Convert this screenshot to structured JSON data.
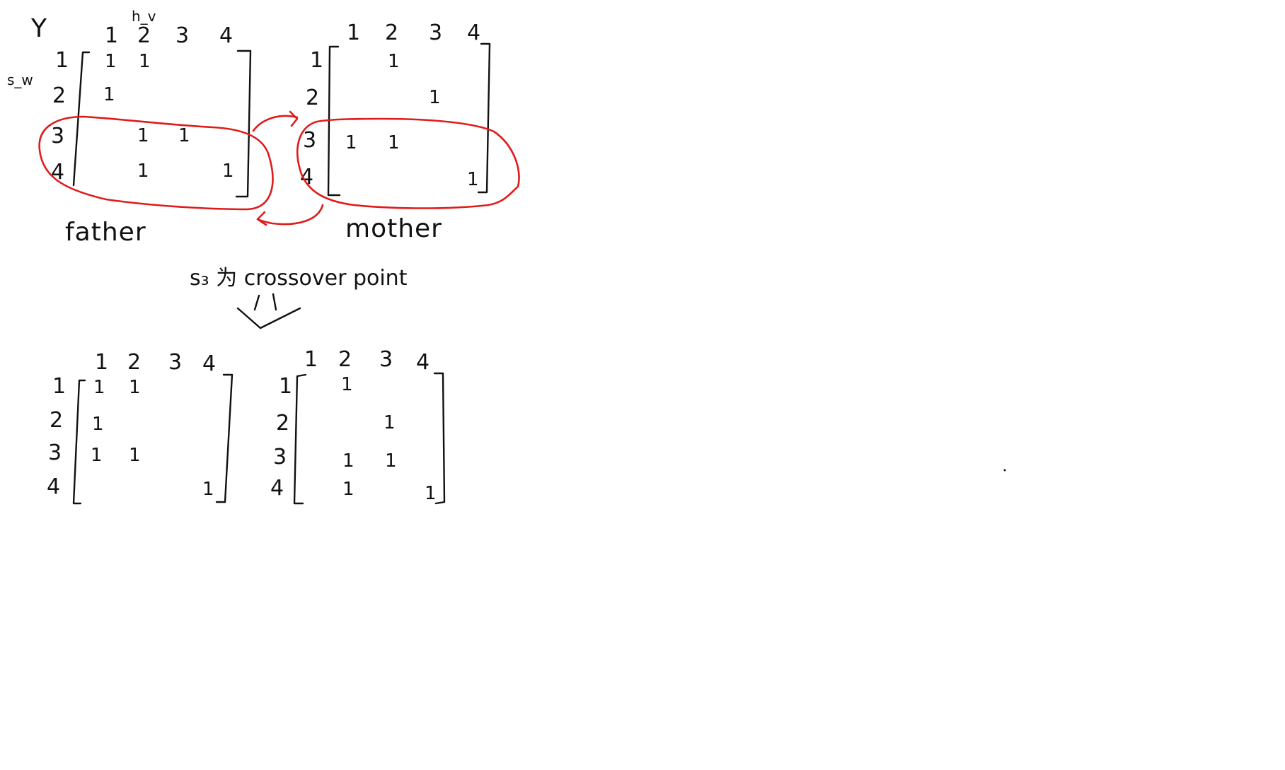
{
  "matrix_name": "Y",
  "column_header_label": "h_v",
  "row_header_label": "s_w",
  "crossover_note": "s₃ 为 crossover point",
  "father": {
    "label": "father",
    "col_labels": [
      "1",
      "2",
      "3",
      "4"
    ],
    "row_labels": [
      "1",
      "2",
      "3",
      "4"
    ],
    "rows": [
      [
        "1",
        "1",
        "",
        ""
      ],
      [
        "1",
        "",
        "",
        ""
      ],
      [
        "",
        "1",
        "1",
        ""
      ],
      [
        "",
        "1",
        "",
        "1"
      ]
    ]
  },
  "mother": {
    "label": "mother",
    "col_labels": [
      "1",
      "2",
      "3",
      "4"
    ],
    "row_labels": [
      "1",
      "2",
      "3",
      "4"
    ],
    "rows": [
      [
        "",
        "1",
        "",
        ""
      ],
      [
        "",
        "",
        "1",
        ""
      ],
      [
        "1",
        "1",
        "",
        ""
      ],
      [
        "",
        "",
        "",
        "1"
      ]
    ]
  },
  "child_1": {
    "col_labels": [
      "1",
      "2",
      "3",
      "4"
    ],
    "row_labels": [
      "1",
      "2",
      "3",
      "4"
    ],
    "rows": [
      [
        "1",
        "1",
        "",
        ""
      ],
      [
        "1",
        "",
        "",
        ""
      ],
      [
        "1",
        "1",
        "",
        ""
      ],
      [
        "",
        "",
        "",
        "1"
      ]
    ]
  },
  "child_2": {
    "col_labels": [
      "1",
      "2",
      "3",
      "4"
    ],
    "row_labels": [
      "1",
      "2",
      "3",
      "4"
    ],
    "rows": [
      [
        "",
        "1",
        "",
        ""
      ],
      [
        "",
        "",
        "1",
        ""
      ],
      [
        "",
        "1",
        "1",
        ""
      ],
      [
        "",
        "1",
        "",
        "1"
      ]
    ]
  }
}
